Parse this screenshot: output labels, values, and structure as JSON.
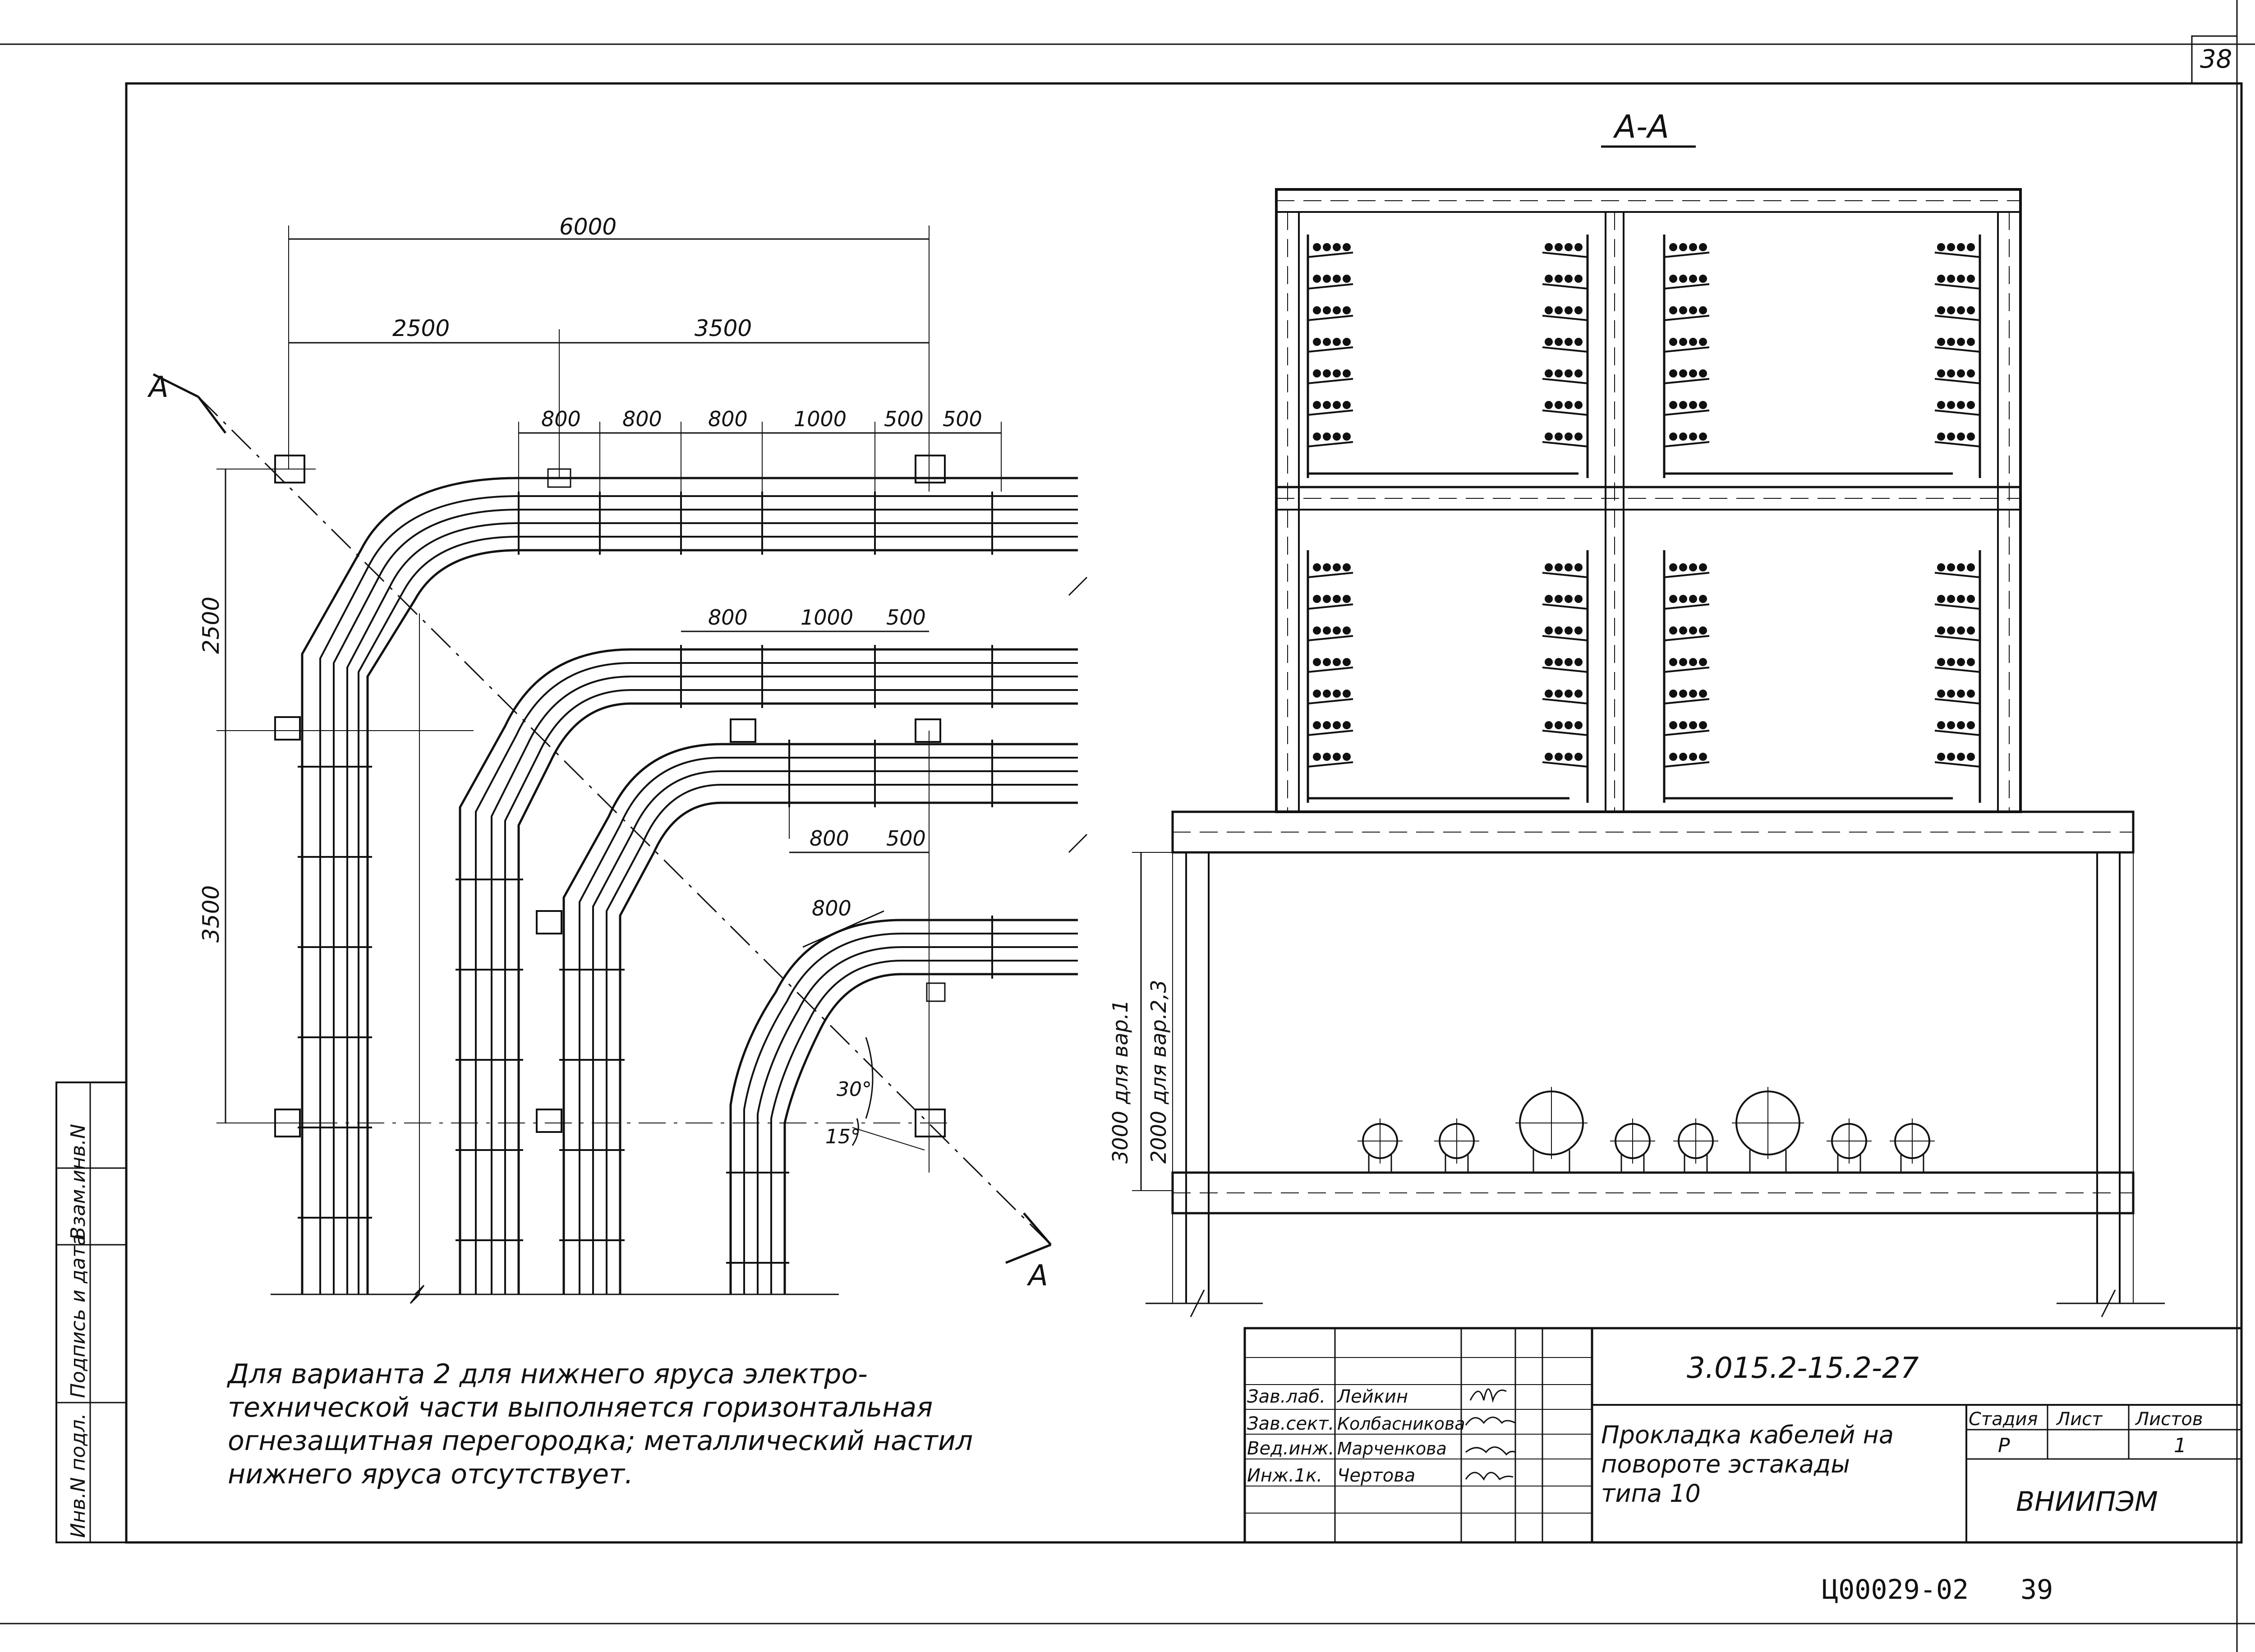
{
  "sheet": {
    "page_number": "38",
    "archive_code": "Ц00029-02",
    "archive_page": "39"
  },
  "section_label": "А-А",
  "plan": {
    "section_mark_left": "А",
    "section_mark_right": "А",
    "dim_top_total": "6000",
    "dim_top_left": "2500",
    "dim_top_right": "3500",
    "dims_upper_spacing": [
      "800",
      "800",
      "800",
      "1000",
      "500",
      "500"
    ],
    "dims_mid_spacing": [
      "800",
      "1000",
      "500"
    ],
    "dims_lower_spacing": [
      "800",
      "500"
    ],
    "dim_bend": "800",
    "dim_left_upper": "2500",
    "dim_left_lower": "3500",
    "angle_30": "30°",
    "angle_15": "15°"
  },
  "section_view": {
    "height_label_v1": "3000 для вар.1",
    "height_label_v23": "2000 для вар.2,3"
  },
  "note_lines": [
    "Для варианта 2 для нижнего яруса электро-",
    "технической части выполняется горизонтальная",
    "огнезащитная перегородка; металлический настил",
    "нижнего яруса отсутствует."
  ],
  "title_block": {
    "doc_code": "3.015.2-15.2-27",
    "title_lines": [
      "Прокладка кабелей на",
      "повороте эстакады",
      "типа 10"
    ],
    "stage_header": "Стадия",
    "sheet_header": "Лист",
    "sheets_header": "Листов",
    "stage_value": "Р",
    "sheets_value": "1",
    "org": "ВНИИПЭМ",
    "signatures": [
      {
        "role": "Зав.лаб.",
        "name": "Лейкин"
      },
      {
        "role": "Зав.сект.",
        "name": "Колбасникова"
      },
      {
        "role": "Вед.инж.",
        "name": "Марченкова"
      },
      {
        "role": "Инж.1к.",
        "name": "Чертова"
      }
    ]
  },
  "side_stamp": [
    "Инв.N подл.",
    "Подпись и дата",
    "Взам.инв.N"
  ]
}
